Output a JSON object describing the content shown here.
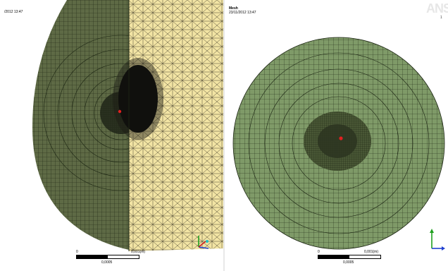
{
  "left_viewport": {
    "timestamp": "/2012 13:47",
    "scale": {
      "start": "0",
      "end": "0,001(m)",
      "mid": "0,0005"
    }
  },
  "right_viewport": {
    "title": "Mesh",
    "timestamp": "23/11/2012 13:47",
    "brand": "ANS",
    "brand_sub": "1",
    "scale": {
      "start": "0",
      "end": "0,001(m)",
      "mid": "0,0005"
    }
  },
  "colors": {
    "hex_mesh_fill": "#5e6a45",
    "round_mesh_fill": "#7f9a68",
    "tet_mesh_fill": "#f2e4a4",
    "mesh_line": "#1b2412",
    "marker": "#e02020",
    "axis_x": "#d02020",
    "axis_y": "#20a020",
    "axis_z": "#2040d0"
  },
  "icons": [
    "axis-triad-icon",
    "point-marker-icon"
  ]
}
